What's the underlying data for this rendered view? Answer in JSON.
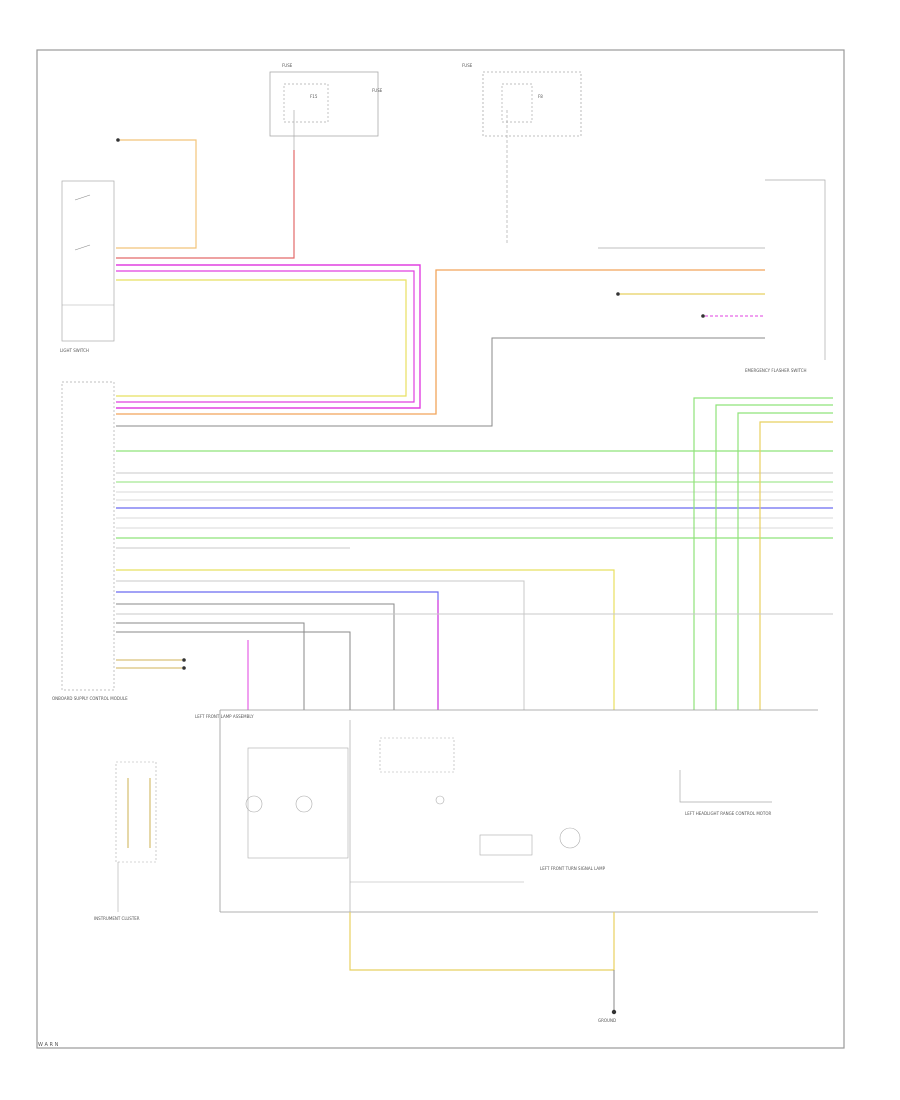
{
  "labels": {
    "fuse_left": "FUSE",
    "fuse_right": "FUSE",
    "light_switch": "LIGHT SWITCH",
    "emergency": "EMERGENCY FLASHER SWITCH",
    "left_front_assembly": "LEFT FRONT LAMP ASSEMBLY",
    "instrument_cluster": "INSTRUMENT CLUSTER",
    "onboard_supply": "ONBOARD SUPPLY CONTROL MODULE",
    "right_fender": "LEFT HEADLIGHT RANGE CONTROL MOTOR",
    "turn_lamp": "LEFT FRONT TURN SIGNAL LAMP",
    "ground": "GROUND",
    "footer": "W A R N"
  },
  "colors": {
    "frame": "#9a9a9a",
    "wire_gray": "#8a8a8a",
    "wire_red": "#e36a6a",
    "wire_magenta": "#e040e0",
    "wire_yellow": "#e8e060",
    "wire_orange": "#f2a55a",
    "wire_green": "#8fe37a",
    "wire_blue": "#6b6bf0",
    "wire_tan": "#d9c27a",
    "wire_white": "#d8d8d8"
  }
}
